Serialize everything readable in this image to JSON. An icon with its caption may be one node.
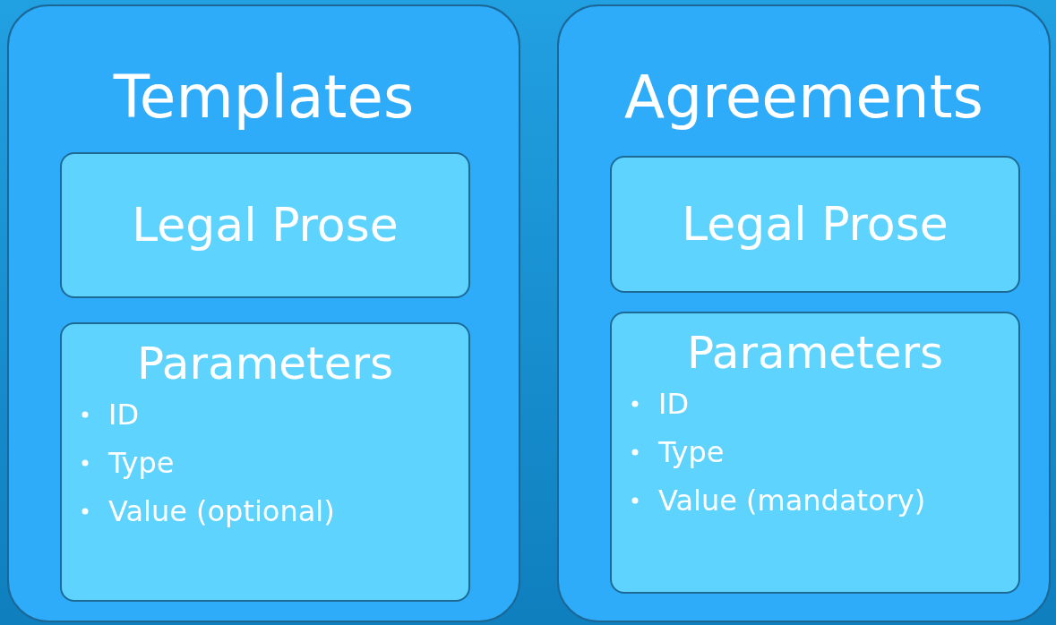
{
  "diagram": {
    "nodes": [
      {
        "text": [
          "Templates"
        ]
      },
      {
        "text": [
          "Legal Prose"
        ],
        "in": 0
      },
      {
        "text": [
          "Parameters",
          "ID",
          "Type",
          "Value (optional)"
        ],
        "in": 0
      },
      {
        "text": [
          "Agreements"
        ]
      },
      {
        "text": [
          "Legal Prose"
        ],
        "in": 3
      },
      {
        "text": [
          "Parameters",
          "ID",
          "Type",
          "Value (mandatory)"
        ],
        "in": 3
      }
    ]
  }
}
